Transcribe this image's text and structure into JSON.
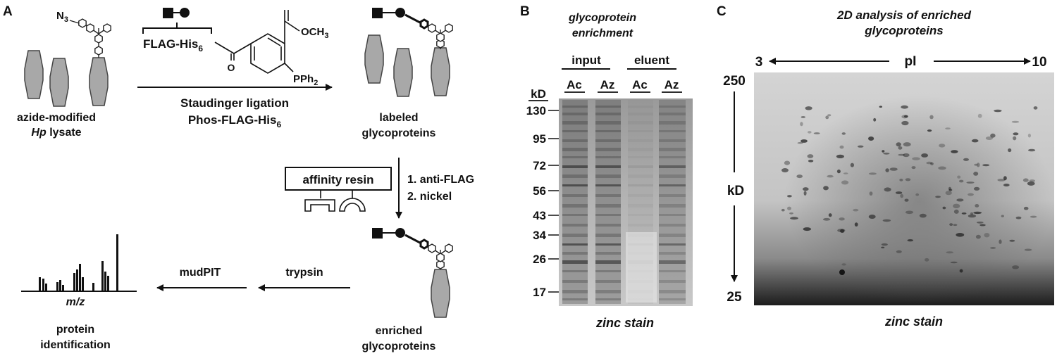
{
  "panel_a": {
    "letter": "A",
    "n3": "N",
    "n3_sub": "3",
    "lysate_line1": "azide-modified",
    "lysate_line2_italic": "Hp",
    "lysate_line2_rest": " lysate",
    "probe_tag": "FLAG-His",
    "probe_tag_sub": "6",
    "och3": "OCH",
    "och3_sub": "3",
    "pph2": "PPh",
    "pph2_sub": "2",
    "carbonyl_o": "O",
    "step1_line1": "Staudinger ligation",
    "step1_line2": "Phos-FLAG-His",
    "step1_line2_sub": "6",
    "labeled_line1": "labeled",
    "labeled_line2": "glycoproteins",
    "resin": "affinity resin",
    "step2_1": "1. anti-FLAG",
    "step2_2": "2. nickel",
    "enriched_line1": "enriched",
    "enriched_line2": "glycoproteins",
    "trypsin": "trypsin",
    "mudpit": "mudPIT",
    "mz": "m/z",
    "protein_line1": "protein",
    "protein_line2": "identification"
  },
  "panel_b": {
    "letter": "B",
    "title_line1": "glycoprotein",
    "title_line2": "enrichment",
    "group_input": "input",
    "group_eluent": "eluent",
    "lanes": [
      "Ac",
      "Az",
      "Ac",
      "Az"
    ],
    "kd_label": "kD",
    "markers": [
      "130",
      "95",
      "72",
      "56",
      "43",
      "34",
      "26",
      "17"
    ],
    "stain": "zinc stain"
  },
  "panel_c": {
    "letter": "C",
    "title_line1": "2D analysis of enriched",
    "title_line2": "glycoproteins",
    "pi_left": "3",
    "pi_label": "pI",
    "pi_right": "10",
    "mw_top": "250",
    "mw_label": "kD",
    "mw_bottom": "25",
    "stain": "zinc stain"
  },
  "colors": {
    "protein_gray": "#a8a8a8",
    "gel_light": "#cfcfcf",
    "gel_dark": "#1a1a1a"
  }
}
